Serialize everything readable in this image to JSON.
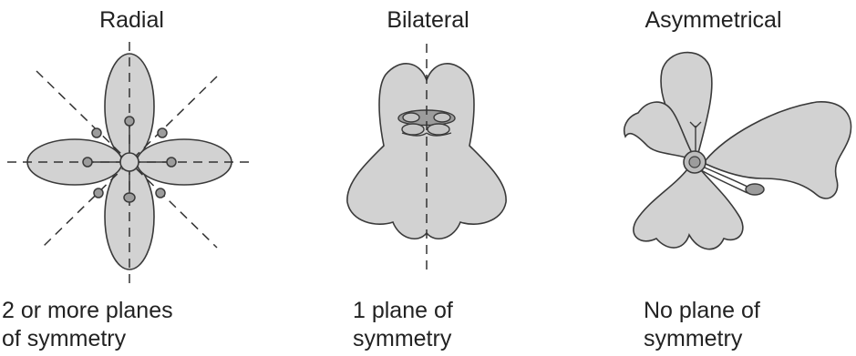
{
  "panels": [
    {
      "title": "Radial",
      "caption_line1": "2 or more planes",
      "caption_line2": "of symmetry"
    },
    {
      "title": "Bilateral",
      "caption_line1": "1 plane of",
      "caption_line2": "symmetry"
    },
    {
      "title": "Asymmetrical",
      "caption_line1": "No plane of",
      "caption_line2": "symmetry"
    }
  ],
  "colors": {
    "petal_fill": "#d2d2d2",
    "petal_fill_dark": "#9c9c9c",
    "outline": "#3a3a3a",
    "text": "#222222"
  }
}
